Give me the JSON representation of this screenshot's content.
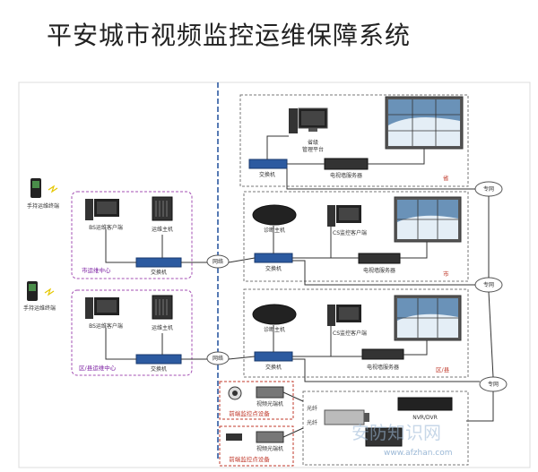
{
  "title": "平安城市视频监控运维保障系统",
  "labels": {
    "handheld_top": "手持运维终端",
    "handheld_bottom": "手持运维终端",
    "bs_client_city": "BS运维客户端",
    "ops_host_city": "运维主机",
    "switch_city_center": "交换机",
    "city_ops_center": "市运维中心",
    "bs_client_district": "BS运维客户端",
    "ops_host_district": "运维主机",
    "switch_district_center": "交换机",
    "district_ops_center": "区/县运维中心",
    "network_1": "网络",
    "network_2": "网络",
    "prov_platform": "省级\n管理平台",
    "prov_switch": "交换机",
    "prov_wall_server": "电视墙服务器",
    "prov_tag": "省",
    "city_diag_host": "诊断主机",
    "city_cs_client": "CS监控客户端",
    "city_switch": "交换机",
    "city_wall_server": "电视墙服务器",
    "city_tag": "市",
    "dist_diag_host": "诊断主机",
    "dist_cs_client": "CS监控客户端",
    "dist_switch": "交换机",
    "dist_wall_server": "电视墙服务器",
    "dist_tag": "区/县",
    "private_net_1": "专网",
    "private_net_2": "专网",
    "private_net_3": "专网",
    "video_transceiver_1": "视频光端机",
    "video_transceiver_2": "视频光端机",
    "front_device_1": "前端监控点设备",
    "front_device_2": "前端监控点设备",
    "cloud_left": "光纤",
    "cloud_left2": "光纤",
    "nvr_label": "NVR/DVR",
    "watermark": "安防知识网",
    "watermark_url": "www.afzhan.com"
  },
  "colors": {
    "dashed_divider": "#1f4e9c",
    "box_gray": "#777777",
    "box_purple": "#a34fb3",
    "box_red": "#c0392b",
    "line": "#333333",
    "switch_blue": "#2c5aa0",
    "cloud_fill": "#ffffff",
    "cloud_stroke": "#555555"
  }
}
